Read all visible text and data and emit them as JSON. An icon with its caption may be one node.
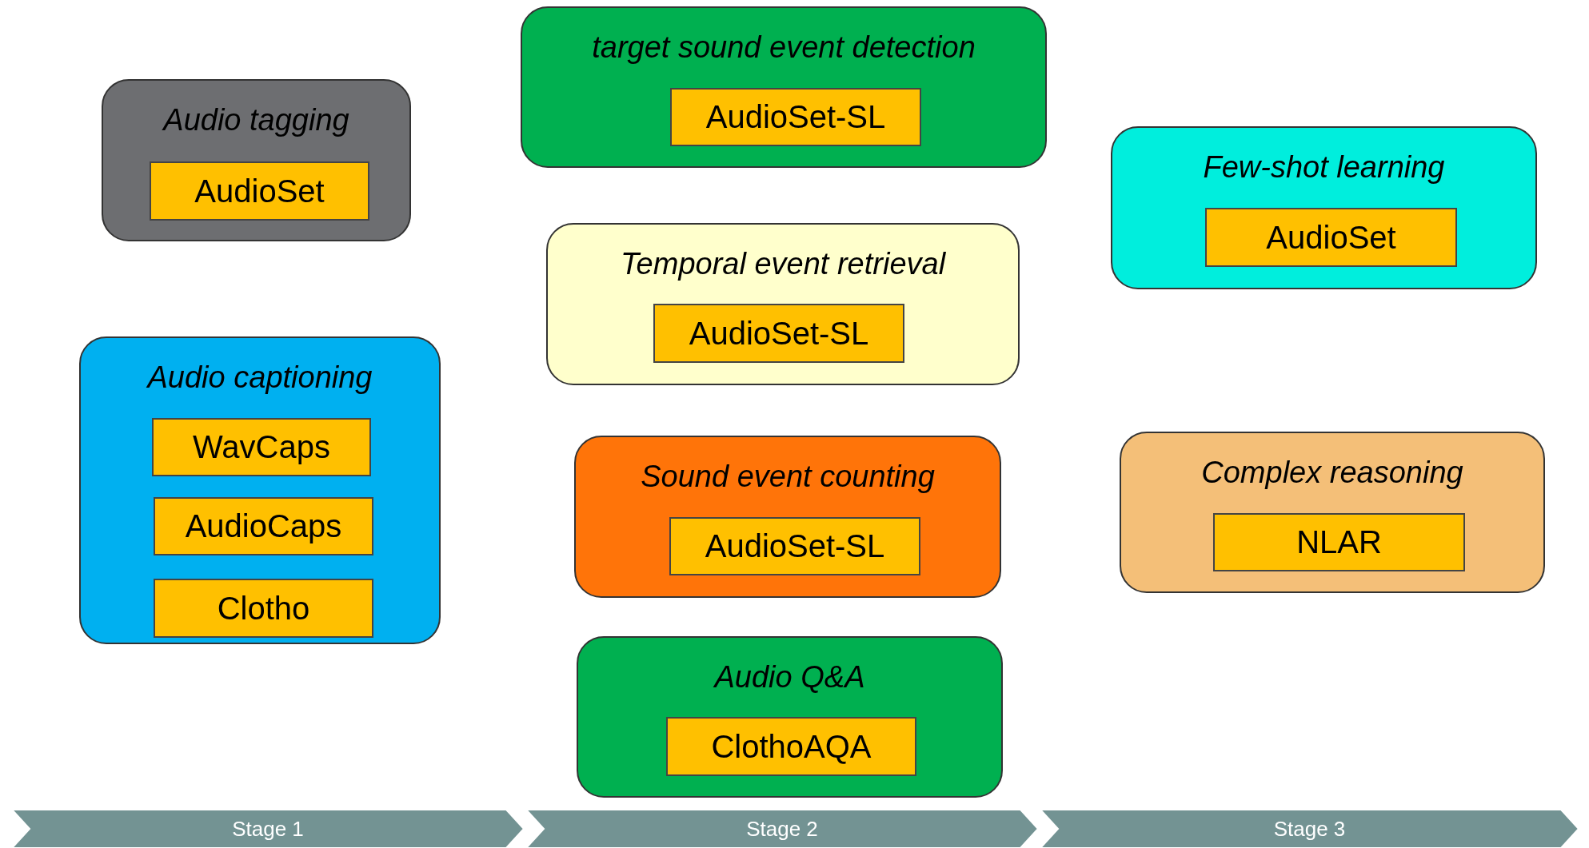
{
  "diagram": {
    "nodes": [
      {
        "text": [
          "Audio tagging"
        ]
      },
      {
        "text": [
          "AudioSet"
        ],
        "in": 0
      },
      {
        "text": [
          "Audio captioning"
        ]
      },
      {
        "text": [
          "WavCaps"
        ],
        "in": 2
      },
      {
        "text": [
          "AudioCaps"
        ],
        "in": 2
      },
      {
        "text": [
          "Clotho"
        ],
        "in": 2
      },
      {
        "text": [
          "target sound event detection"
        ]
      },
      {
        "text": [
          "AudioSet-SL"
        ],
        "in": 6
      },
      {
        "text": [
          "Temporal event retrieval"
        ]
      },
      {
        "text": [
          "AudioSet-SL"
        ],
        "in": 8
      },
      {
        "text": [
          "Sound event counting"
        ]
      },
      {
        "text": [
          "AudioSet-SL"
        ],
        "in": 10
      },
      {
        "text": [
          "Audio Q&A"
        ]
      },
      {
        "text": [
          "ClothoAQA"
        ],
        "in": 12
      },
      {
        "text": [
          "Few-shot learning"
        ]
      },
      {
        "text": [
          "AudioSet"
        ],
        "in": 14
      },
      {
        "text": [
          "Complex reasoning"
        ]
      },
      {
        "text": [
          "NLAR"
        ],
        "in": 16
      },
      {
        "text": [
          "Stage 1"
        ]
      },
      {
        "text": [
          "Stage 2"
        ]
      },
      {
        "text": [
          "Stage 3"
        ]
      }
    ]
  }
}
